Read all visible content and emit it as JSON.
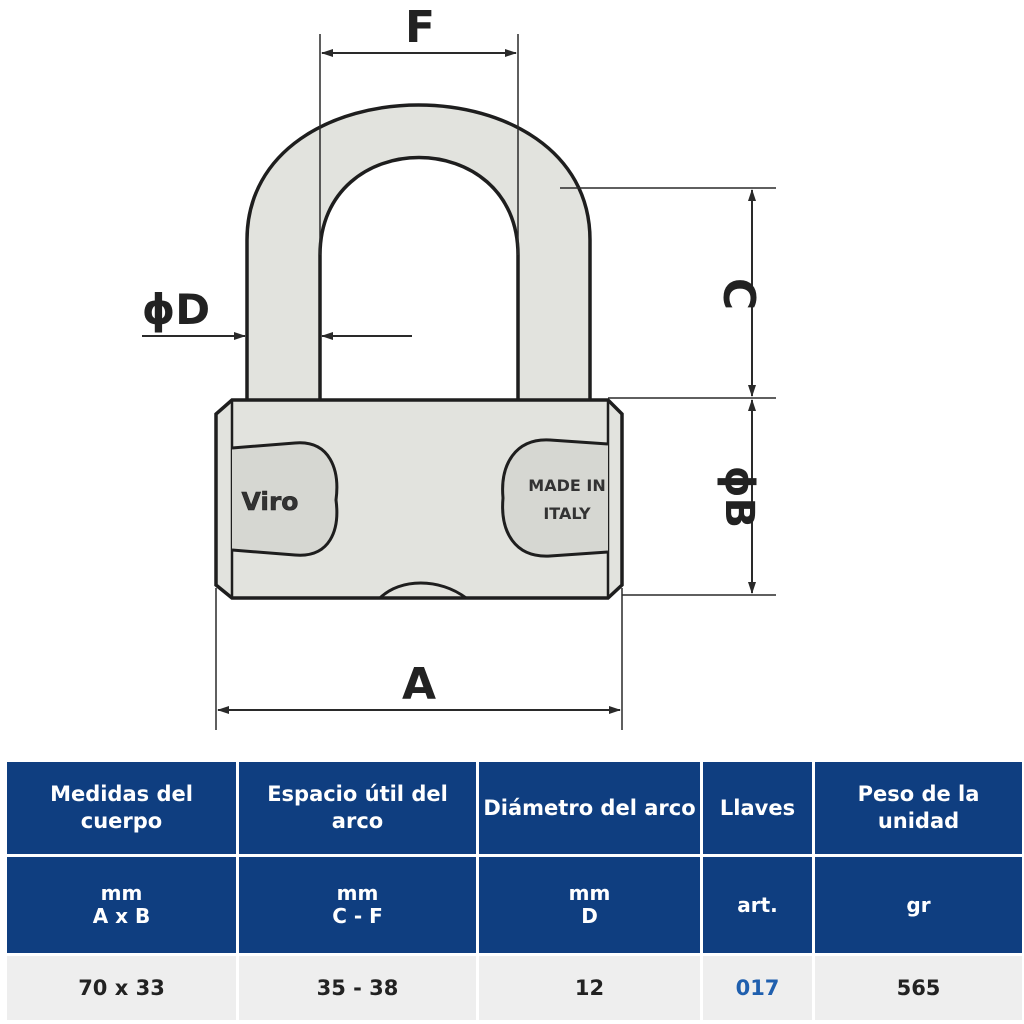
{
  "diagram": {
    "dimensions": {
      "a": "A",
      "b": "ϕB",
      "c": "C",
      "d": "ϕD",
      "f": "F"
    },
    "brand": "Viro",
    "origin_line1": "MADE IN",
    "origin_line2": "ITALY",
    "colors": {
      "lock_fill": "#e2e3de",
      "outline": "#1e1e1e",
      "dim_line": "#2a2a2a"
    }
  },
  "table": {
    "colors": {
      "header_bg": "#0f3e80",
      "header_text": "#ffffff",
      "value_bg": "#eeeeee",
      "keys_value": "#1f5fae"
    },
    "columns": [
      {
        "header": "Medidas del cuerpo",
        "unit_line1": "mm",
        "unit_line2": "A x B",
        "value": "70 x 33"
      },
      {
        "header": "Espacio útil del arco",
        "unit_line1": "mm",
        "unit_line2": "C - F",
        "value": "35 - 38"
      },
      {
        "header": "Diámetro del arco",
        "unit_line1": "mm",
        "unit_line2": "D",
        "value": "12"
      },
      {
        "header": "Llaves",
        "unit_line1": "art.",
        "unit_line2": "",
        "value": "017"
      },
      {
        "header": "Peso de la unidad",
        "unit_line1": "gr",
        "unit_line2": "",
        "value": "565"
      }
    ]
  }
}
